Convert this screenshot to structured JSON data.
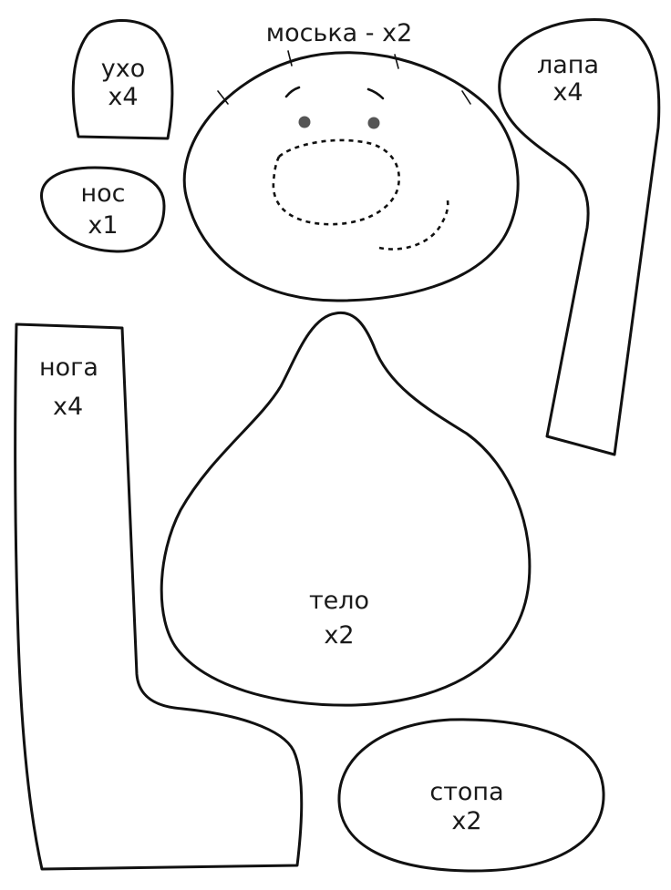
{
  "colors": {
    "outline": "#111111",
    "eye": "#555555",
    "background": "#ffffff"
  },
  "pieces": {
    "ear": {
      "name": "ухо",
      "count": "x4"
    },
    "nose": {
      "name": "нос",
      "count": "x1"
    },
    "face": {
      "title": "моська - x2"
    },
    "paw": {
      "name": "лапа",
      "count": "x4"
    },
    "leg": {
      "name": "нога",
      "count": "x4"
    },
    "body": {
      "name": "тело",
      "count": "x2"
    },
    "foot": {
      "name": "стопа",
      "count": "x2"
    }
  }
}
